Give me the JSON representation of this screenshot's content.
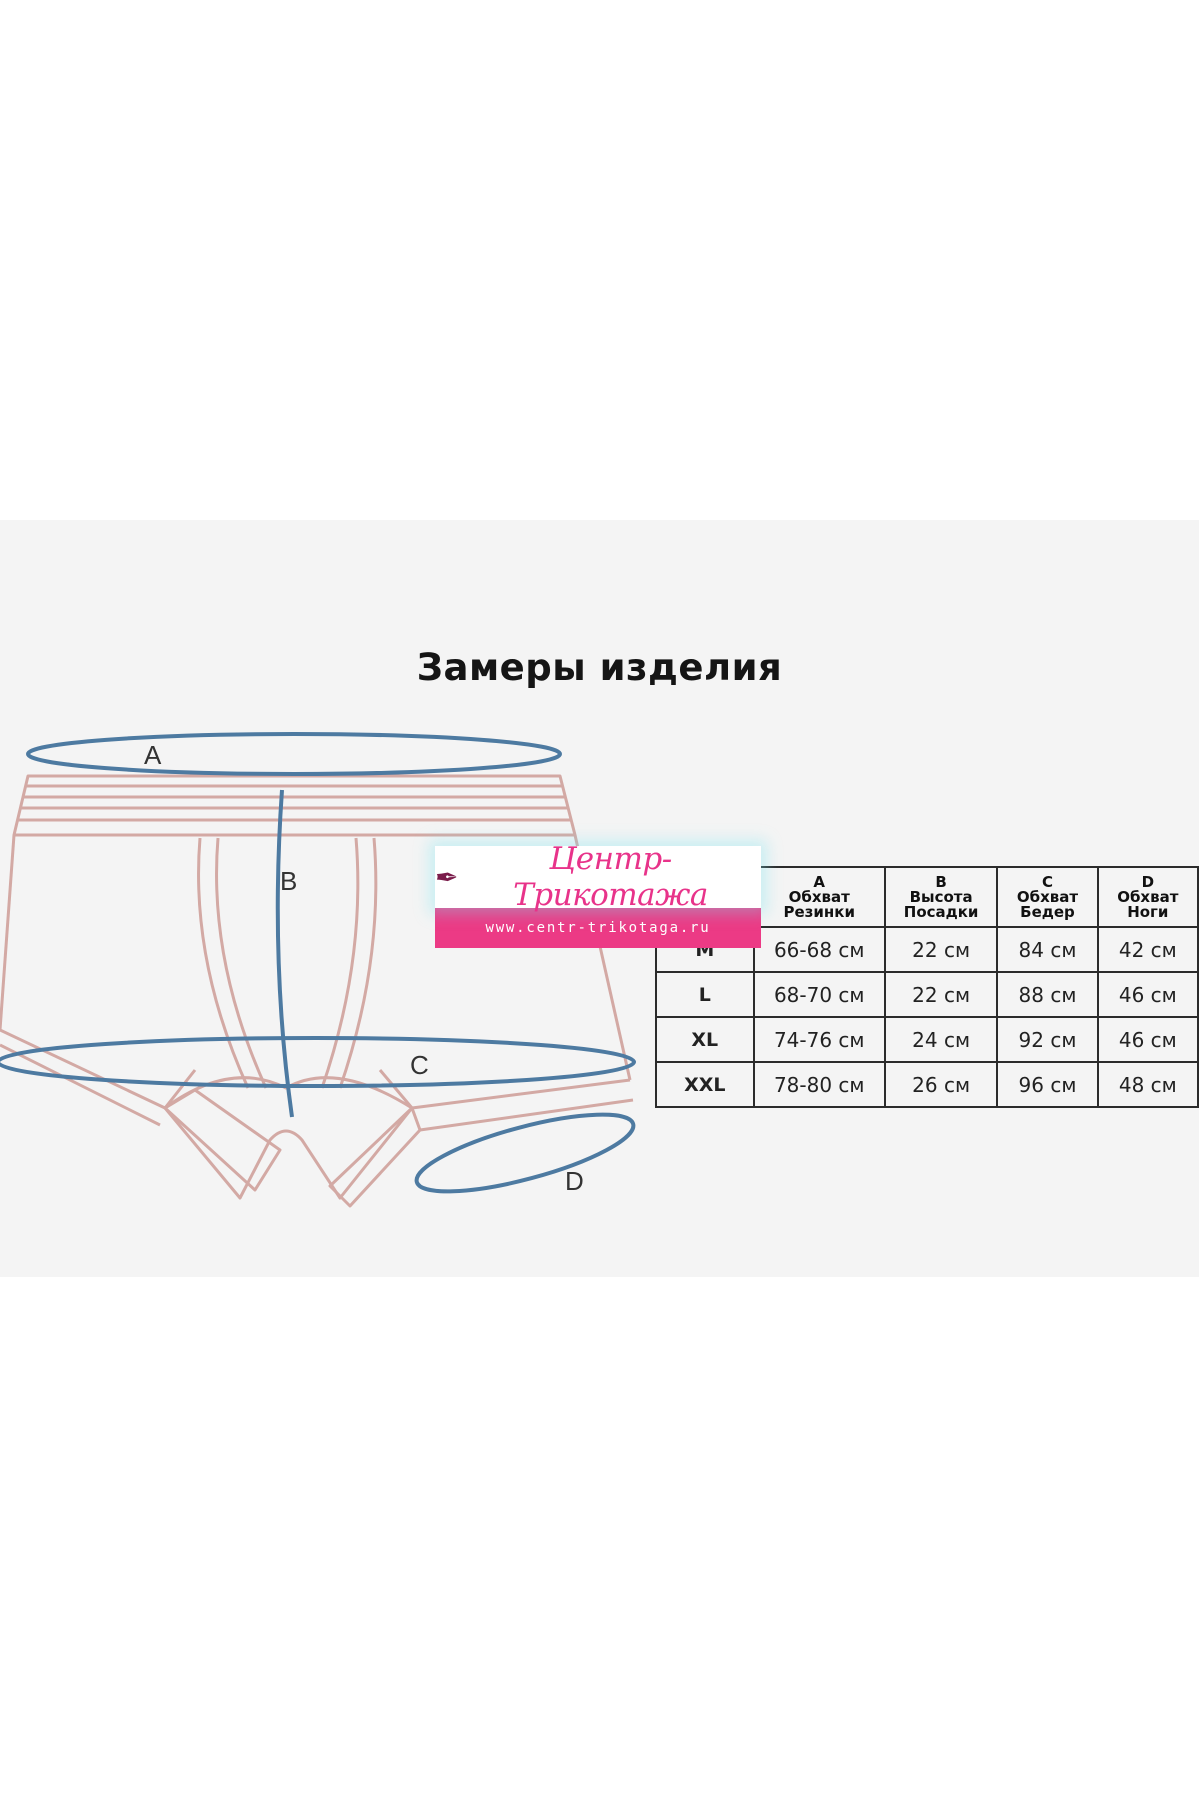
{
  "title": "Замеры изделия",
  "diagram": {
    "labels": {
      "a": "A",
      "b": "B",
      "c": "C",
      "d": "D"
    },
    "colors": {
      "outline": "#d3a9a4",
      "measure": "#4d7aa1"
    }
  },
  "table": {
    "headers": [
      {
        "letter": "",
        "line1": "",
        "line2": ""
      },
      {
        "letter": "A",
        "line1": "Обхват",
        "line2": "Резинки"
      },
      {
        "letter": "B",
        "line1": "Высота",
        "line2": "Посадки"
      },
      {
        "letter": "C",
        "line1": "Обхват",
        "line2": "Бедер"
      },
      {
        "letter": "D",
        "line1": "Обхват",
        "line2": "Ноги"
      }
    ],
    "rows": [
      {
        "size": "M",
        "a": "66-68 см",
        "b": "22 см",
        "c": "84 см",
        "d": "42 см"
      },
      {
        "size": "L",
        "a": "68-70 см",
        "b": "22 см",
        "c": "88 см",
        "d": "46 см"
      },
      {
        "size": "XL",
        "a": "74-76 см",
        "b": "24 см",
        "c": "92 см",
        "d": "46 см"
      },
      {
        "size": "XXL",
        "a": "78-80 см",
        "b": "26 см",
        "c": "96 см",
        "d": "48 см"
      }
    ]
  },
  "watermark": {
    "logo_text": "Центр-Трикотажа",
    "url": "www.centr-trikotaga.ru",
    "colors": {
      "brand": "#ec3a85"
    }
  }
}
